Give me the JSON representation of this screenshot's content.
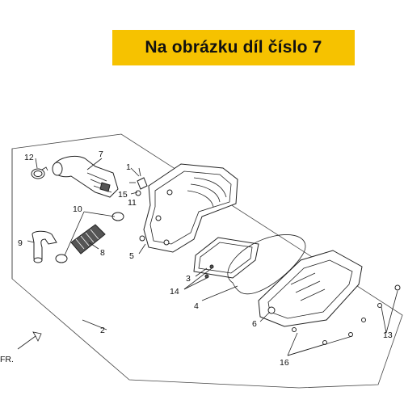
{
  "banner": {
    "text": "Na obrázku díl číslo 7"
  },
  "direction_label": "FR.",
  "callouts": {
    "c1": "1",
    "c2": "2",
    "c3": "3",
    "c4": "4",
    "c5": "5",
    "c6": "6",
    "c7": "7",
    "c8": "8",
    "c9": "9",
    "c10": "10",
    "c11": "11",
    "c12": "12",
    "c13": "13",
    "c14": "14",
    "c15": "15",
    "c16": "16"
  },
  "colors": {
    "banner_bg": "#f6c200",
    "banner_text": "#111111",
    "line": "#222222"
  }
}
